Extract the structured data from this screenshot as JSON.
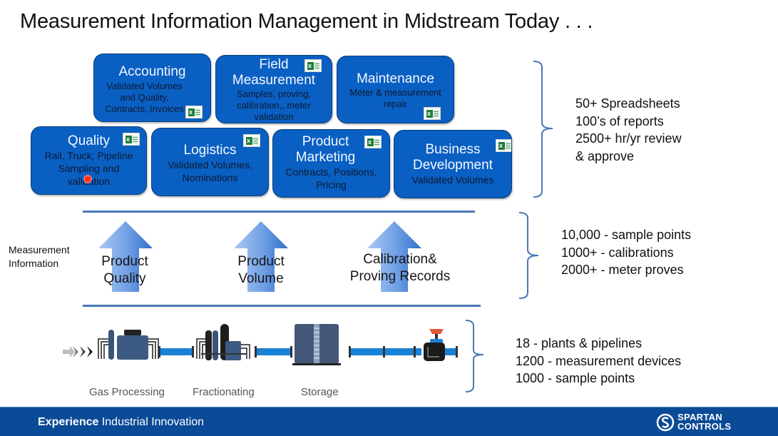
{
  "title": "Measurement Information Management in Midstream Today . . .",
  "departments": [
    {
      "id": "accounting",
      "title": "Accounting",
      "subtitle": "Validated Volumes and Quality, Contracts, Invoices",
      "icon": "excel-icon"
    },
    {
      "id": "field-measurement",
      "title": "Field Measurement",
      "subtitle": "Samples, proving, calibration,, meter validation",
      "icon": "excel-icon"
    },
    {
      "id": "maintenance",
      "title": "Maintenance",
      "subtitle": "Meter & measurement repair",
      "icon": "excel-icon"
    },
    {
      "id": "quality",
      "title": "Quality",
      "subtitle": "Rail, Truck, Pipeline Sampling and validation",
      "icon": "excel-icon"
    },
    {
      "id": "logistics",
      "title": "Logistics",
      "subtitle": "Validated Volumes, Nominations",
      "icon": "excel-icon"
    },
    {
      "id": "product-marketing",
      "title": "Product Marketing",
      "subtitle": "Contracts, Positions, Pricing",
      "icon": "excel-icon"
    },
    {
      "id": "business-development",
      "title": "Business Development",
      "subtitle": "Validated Volumes",
      "icon": "excel-icon"
    }
  ],
  "department_stats": [
    "50+ Spreadsheets",
    "100’s of reports",
    "2500+ hr/yr review",
    "& approve"
  ],
  "measurement_info": {
    "label_line1": "Measurement",
    "label_line2": "Information",
    "arrows": [
      {
        "line1": "Product",
        "line2": "Quality"
      },
      {
        "line1": "Product",
        "line2": "Volume"
      },
      {
        "line1": "Calibration&",
        "line2": "Proving Records"
      }
    ],
    "stats": [
      "10,000 - sample points",
      "1000+ - calibrations",
      "2000+ - meter proves"
    ]
  },
  "facilities": {
    "labels": [
      "Gas Processing",
      "Fractionating",
      "Storage"
    ],
    "stats": [
      "18 - plants & pipelines",
      "1200 - measurement devices",
      "1000 -  sample points"
    ]
  },
  "footer": {
    "tagline_bold": "Experience",
    "tagline_rest": " Industrial Innovation",
    "logo_line1": "SPARTAN",
    "logo_line2": "CONTROLS"
  },
  "colors": {
    "box_blue": "#0a5fc2",
    "footer_blue": "#0a4a96",
    "brace_blue": "#4a78b5",
    "pipe_blue": "#1a82d6"
  }
}
